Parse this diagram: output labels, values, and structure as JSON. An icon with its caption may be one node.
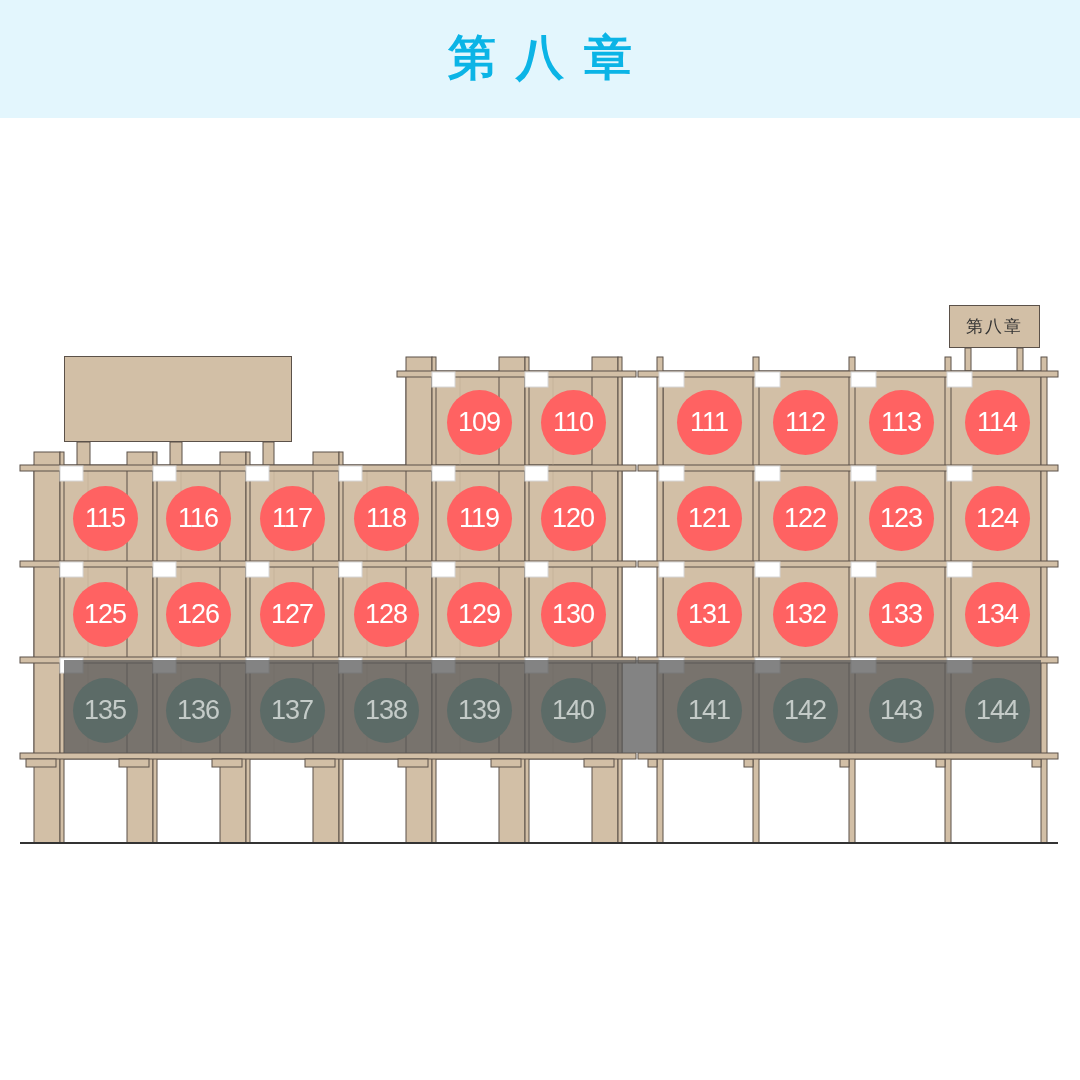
{
  "diagram": {
    "title": "第八章",
    "nodes": [
      {
        "text": [
          "第八章"
        ]
      },
      {
        "text": [],
        "shape": "box"
      },
      {
        "text": [
          "109"
        ]
      },
      {
        "text": [
          "110"
        ]
      },
      {
        "text": [
          "111"
        ]
      },
      {
        "text": [
          "112"
        ]
      },
      {
        "text": [
          "113"
        ]
      },
      {
        "text": [
          "114"
        ]
      },
      {
        "text": [
          "115"
        ]
      },
      {
        "text": [
          "116"
        ]
      },
      {
        "text": [
          "117"
        ]
      },
      {
        "text": [
          "118"
        ]
      },
      {
        "text": [
          "119"
        ]
      },
      {
        "text": [
          "120"
        ]
      },
      {
        "text": [
          "121"
        ]
      },
      {
        "text": [
          "122"
        ]
      },
      {
        "text": [
          "123"
        ]
      },
      {
        "text": [
          "124"
        ]
      },
      {
        "text": [
          "125"
        ]
      },
      {
        "text": [
          "126"
        ]
      },
      {
        "text": [
          "127"
        ]
      },
      {
        "text": [
          "128"
        ]
      },
      {
        "text": [
          "129"
        ]
      },
      {
        "text": [
          "130"
        ]
      },
      {
        "text": [
          "131"
        ]
      },
      {
        "text": [
          "132"
        ]
      },
      {
        "text": [
          "133"
        ]
      },
      {
        "text": [
          "134"
        ]
      },
      {
        "text": [
          "135"
        ]
      },
      {
        "text": [
          "136"
        ]
      },
      {
        "text": [
          "137"
        ]
      },
      {
        "text": [
          "138"
        ]
      },
      {
        "text": [
          "139"
        ]
      },
      {
        "text": [
          "140"
        ]
      },
      {
        "text": [
          "141"
        ]
      },
      {
        "text": [
          "142"
        ]
      },
      {
        "text": [
          "143"
        ]
      },
      {
        "text": [
          "144"
        ]
      }
    ]
  }
}
